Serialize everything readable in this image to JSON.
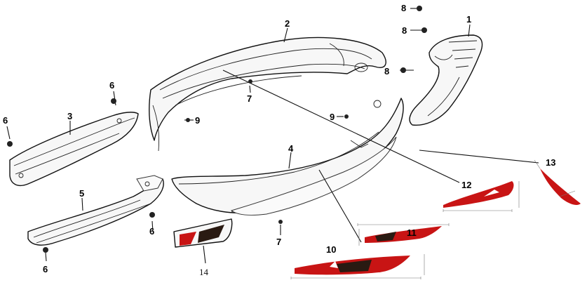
{
  "callouts": {
    "c1": "1",
    "c2": "2",
    "c3": "3",
    "c4": "4",
    "c5": "5",
    "c6a": "6",
    "c6b": "6",
    "c6c": "6",
    "c6d": "6",
    "c7a": "7",
    "c7b": "7",
    "c8a": "8",
    "c8b": "8",
    "c8c": "8",
    "c9a": "9",
    "c9b": "9",
    "c10": "10",
    "c11": "11",
    "c12": "12",
    "c13": "13",
    "c14": "14"
  },
  "colors": {
    "decal_red": "#c81414",
    "decal_dark": "#2a1a12",
    "line": "#111111"
  }
}
